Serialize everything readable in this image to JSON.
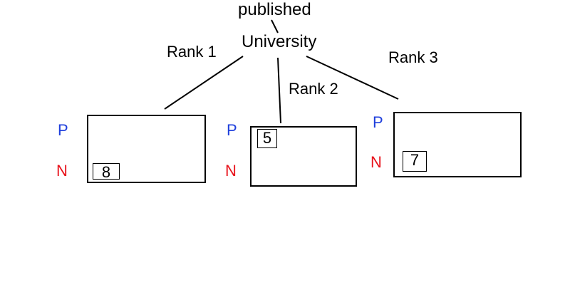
{
  "tree": {
    "title": "published",
    "root": "University",
    "branches": [
      {
        "rank_label": "Rank 1",
        "p_label": "P",
        "n_label": "N",
        "value": "8"
      },
      {
        "rank_label": "Rank 2",
        "p_label": "P",
        "n_label": "N",
        "value": "5"
      },
      {
        "rank_label": "Rank 3",
        "p_label": "P",
        "n_label": "N",
        "value": "7"
      }
    ]
  },
  "colors": {
    "p": "#1f3fdc",
    "n": "#e8121b",
    "line": "#000000"
  }
}
